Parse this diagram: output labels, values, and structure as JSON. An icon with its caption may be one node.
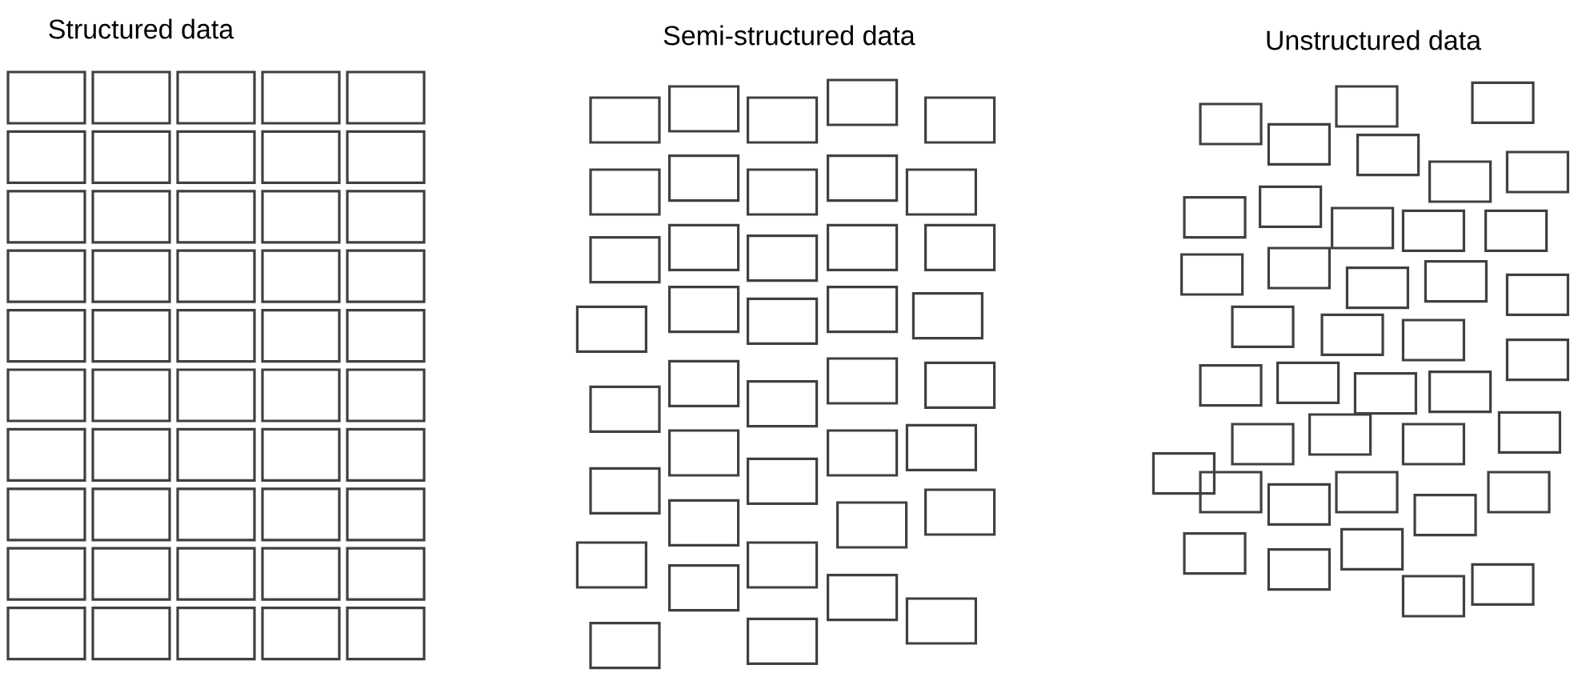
{
  "diagram": {
    "labels": [
      "Structured data",
      "Semi-structured data",
      "Unstructured data"
    ]
  }
}
